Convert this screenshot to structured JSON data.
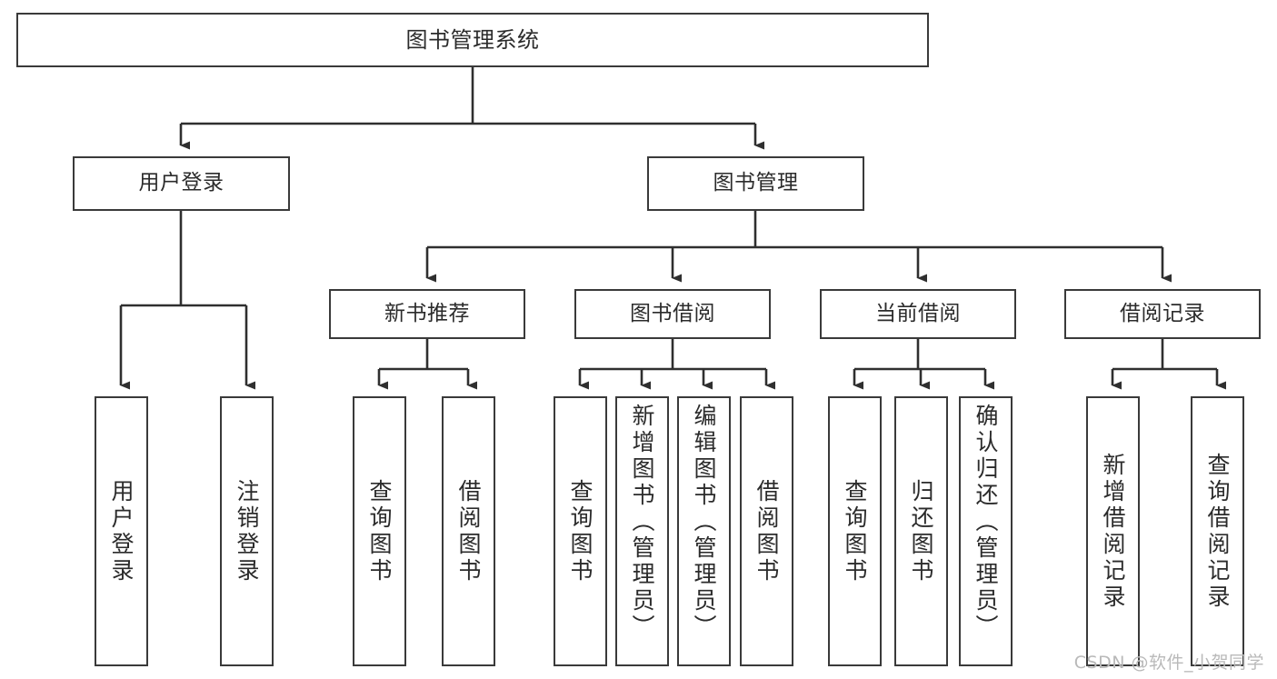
{
  "diagram": {
    "title": "图书管理系统",
    "type": "functional-structure-tree",
    "watermark": "CSDN @软件_小贺同学",
    "colors": {
      "background": "#ffffff",
      "box_border": "#3a3a3a",
      "box_fill": "#ffffff",
      "text": "#2b2b2b",
      "edge": "#2f2f2f",
      "watermark": "#b9b9b9"
    },
    "root": {
      "label": "图书管理系统"
    },
    "level2": [
      {
        "id": "user-login",
        "label": "用户登录"
      },
      {
        "id": "book-management",
        "label": "图书管理"
      }
    ],
    "level3": [
      {
        "id": "new-book-recommend",
        "label": "新书推荐",
        "parent": "book-management"
      },
      {
        "id": "book-borrow",
        "label": "图书借阅",
        "parent": "book-management"
      },
      {
        "id": "current-borrow",
        "label": "当前借阅",
        "parent": "book-management"
      },
      {
        "id": "borrow-record",
        "label": "借阅记录",
        "parent": "book-management"
      }
    ],
    "leaves": {
      "user-login": [
        {
          "id": "leaf-user-login",
          "label": "用户登录"
        },
        {
          "id": "leaf-logout",
          "label": "注销登录"
        }
      ],
      "new-book-recommend": [
        {
          "id": "leaf-query-book-1",
          "label": "查询图书"
        },
        {
          "id": "leaf-borrow-book-1",
          "label": "借阅图书"
        }
      ],
      "book-borrow": [
        {
          "id": "leaf-query-book-2",
          "label": "查询图书"
        },
        {
          "id": "leaf-add-book",
          "label": "新增图书（管理员）"
        },
        {
          "id": "leaf-edit-book",
          "label": "编辑图书（管理员）"
        },
        {
          "id": "leaf-borrow-book-2",
          "label": "借阅图书"
        }
      ],
      "current-borrow": [
        {
          "id": "leaf-query-book-3",
          "label": "查询图书"
        },
        {
          "id": "leaf-return-book",
          "label": "归还图书"
        },
        {
          "id": "leaf-confirm-return",
          "label": "确认归还（管理员）"
        }
      ],
      "borrow-record": [
        {
          "id": "leaf-add-record",
          "label": "新增借阅记录"
        },
        {
          "id": "leaf-query-record",
          "label": "查询借阅记录"
        }
      ]
    }
  }
}
